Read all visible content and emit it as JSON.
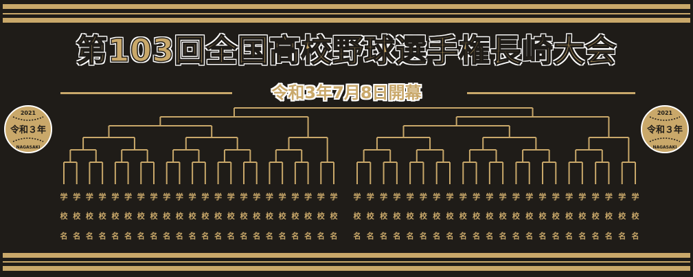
{
  "title": "第103回全国高校野球選手権長崎大会",
  "subtitle": "令和3年7月8日開幕",
  "emblem": {
    "year": "2021",
    "era": "令和３年",
    "place": "NAGASAKI"
  },
  "slot_chars": [
    "学",
    "校",
    "名"
  ],
  "left_bracket_teams": 22,
  "right_bracket_teams": 22,
  "colors": {
    "background": "#1f1c18",
    "gold": "#c9a86a",
    "outline": "#ffffff"
  }
}
